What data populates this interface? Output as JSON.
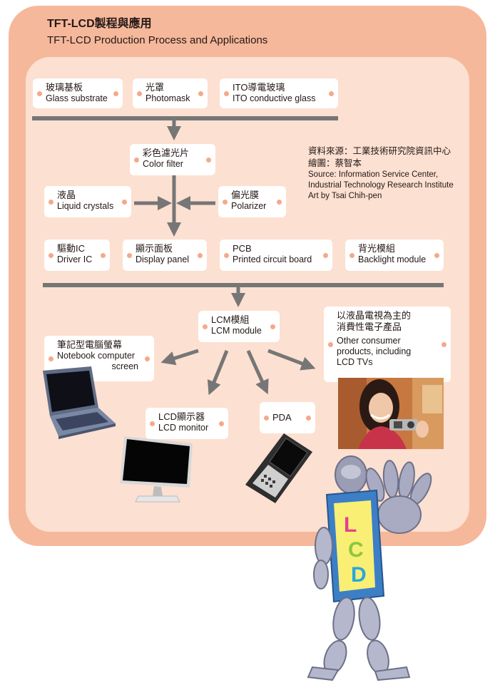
{
  "title": {
    "zh": "TFT-LCD製程與應用",
    "en": "TFT-LCD Production Process and Applications"
  },
  "source": {
    "zh1": "資料來源：工業技術研究院資訊中心",
    "zh2": "繪圖：蔡智本",
    "en1": "Source: Information Service Center,",
    "en2": "Industrial Technology Research Institute",
    "en3": "Art by Tsai Chih-pen"
  },
  "boxes": {
    "glass_substrate": {
      "zh": "玻璃基板",
      "en": "Glass substrate"
    },
    "photomask": {
      "zh": "光罩",
      "en": "Photomask"
    },
    "ito_glass": {
      "zh": "ITO導電玻璃",
      "en": "ITO conductive glass"
    },
    "color_filter": {
      "zh": "彩色濾光片",
      "en": "Color filter"
    },
    "liquid_crystals": {
      "zh": "液晶",
      "en": "Liquid crystals"
    },
    "polarizer": {
      "zh": "偏光膜",
      "en": "Polarizer"
    },
    "driver_ic": {
      "zh": "驅動IC",
      "en": "Driver IC"
    },
    "display_panel": {
      "zh": "顯示面板",
      "en": "Display panel"
    },
    "pcb": {
      "zh": "PCB",
      "en": "Printed circuit board"
    },
    "backlight": {
      "zh": "背光模組",
      "en": "Backlight module"
    },
    "lcm": {
      "zh": "LCM模組",
      "en": "LCM module"
    },
    "notebook": {
      "zh": "筆記型電腦螢幕",
      "en1": "Notebook computer",
      "en2": "screen"
    },
    "lcd_monitor": {
      "zh": "LCD顯示器",
      "en": "LCD monitor"
    },
    "pda": {
      "zh": "PDA"
    },
    "consumer": {
      "zh1": "以液晶電視為主的",
      "zh2": "消費性電子產品",
      "en1": "Other consumer",
      "en2": "products, including",
      "en3": "LCD TVs"
    }
  },
  "mascot": {
    "letters": [
      "L",
      "C",
      "D"
    ]
  },
  "colors": {
    "outer": "#f6b89b",
    "inner": "#fce0d1",
    "arrow": "#767676",
    "dot": "#f4a98a"
  }
}
